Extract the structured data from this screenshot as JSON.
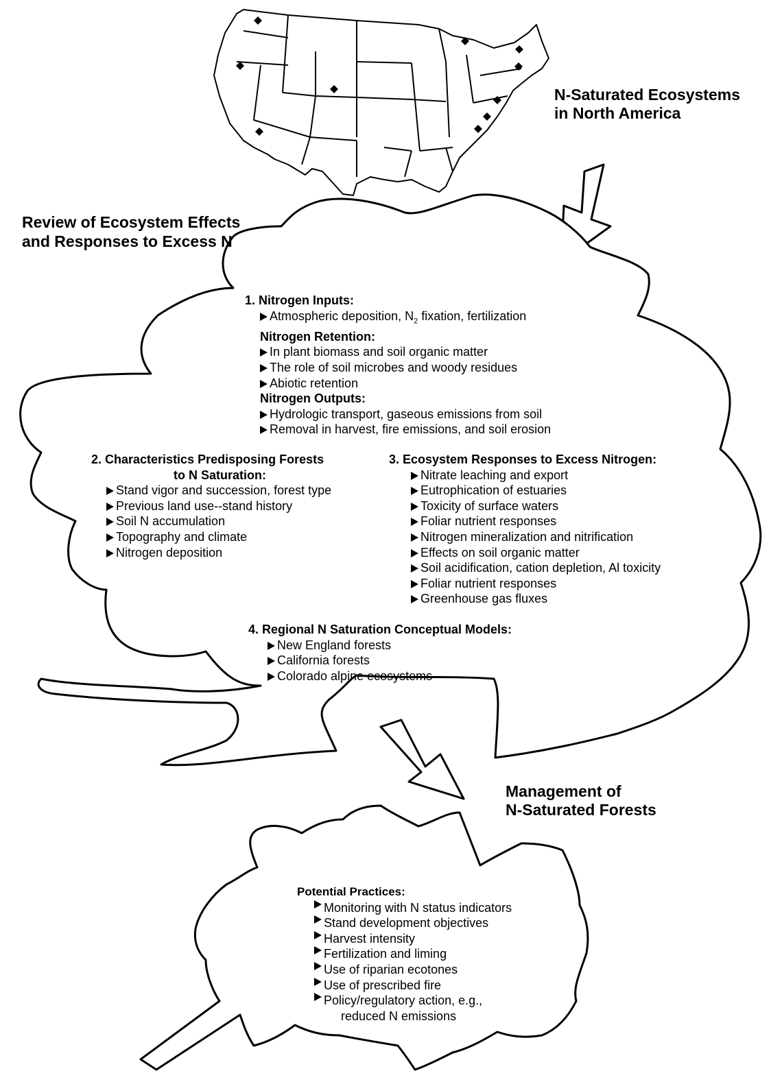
{
  "map": {
    "title_line1": "N-Saturated Ecosystems",
    "title_line2": "in North America"
  },
  "review": {
    "title_line1": "Review of Ecosystem Effects",
    "title_line2": "and Responses to Excess N",
    "sec1": {
      "heading": "1. Nitrogen Inputs:",
      "inputs": [
        "Atmospheric deposition, N",
        "2",
        " fixation, fertilization"
      ],
      "retention_heading": "Nitrogen Retention:",
      "retention": [
        "In plant biomass and soil organic matter",
        "The role of soil microbes and woody residues",
        "Abiotic retention"
      ],
      "outputs_heading": "Nitrogen Outputs:",
      "outputs": [
        "Hydrologic transport, gaseous emissions from soil",
        "Removal in harvest, fire emissions, and soil erosion"
      ]
    },
    "sec2": {
      "heading_line1": "2. Characteristics Predisposing Forests",
      "heading_line2": "to N Saturation:",
      "items": [
        "Stand vigor and succession, forest type",
        "Previous land use--stand history",
        "Soil N accumulation",
        "Topography and climate",
        "Nitrogen deposition"
      ]
    },
    "sec3": {
      "heading": "3. Ecosystem Responses to Excess Nitrogen:",
      "items": [
        "Nitrate leaching and export",
        "Eutrophication of estuaries",
        "Toxicity of surface waters",
        "Foliar nutrient responses",
        "Nitrogen mineralization and nitrification",
        "Effects on soil organic matter",
        "Soil acidification, cation depletion, Al  toxicity",
        "Foliar nutrient responses",
        "Greenhouse gas fluxes"
      ]
    },
    "sec4": {
      "heading": "4. Regional N Saturation Conceptual Models:",
      "items": [
        "New England forests",
        "California forests",
        "Colorado alpine ecosystems"
      ]
    }
  },
  "management": {
    "title_line1": "Management of",
    "title_line2": "N-Saturated Forests",
    "practices_heading": "Potential Practices:",
    "practices": [
      "Monitoring with N status indicators",
      "Stand development objectives",
      "Harvest intensity",
      "Fertilization and liming",
      "Use of riparian ecotones",
      "Use of prescribed fire",
      "Policy/regulatory action, e.g.,"
    ],
    "practices_cont": "reduced N emissions"
  },
  "colors": {
    "ink": "#000000",
    "paper": "#ffffff"
  }
}
